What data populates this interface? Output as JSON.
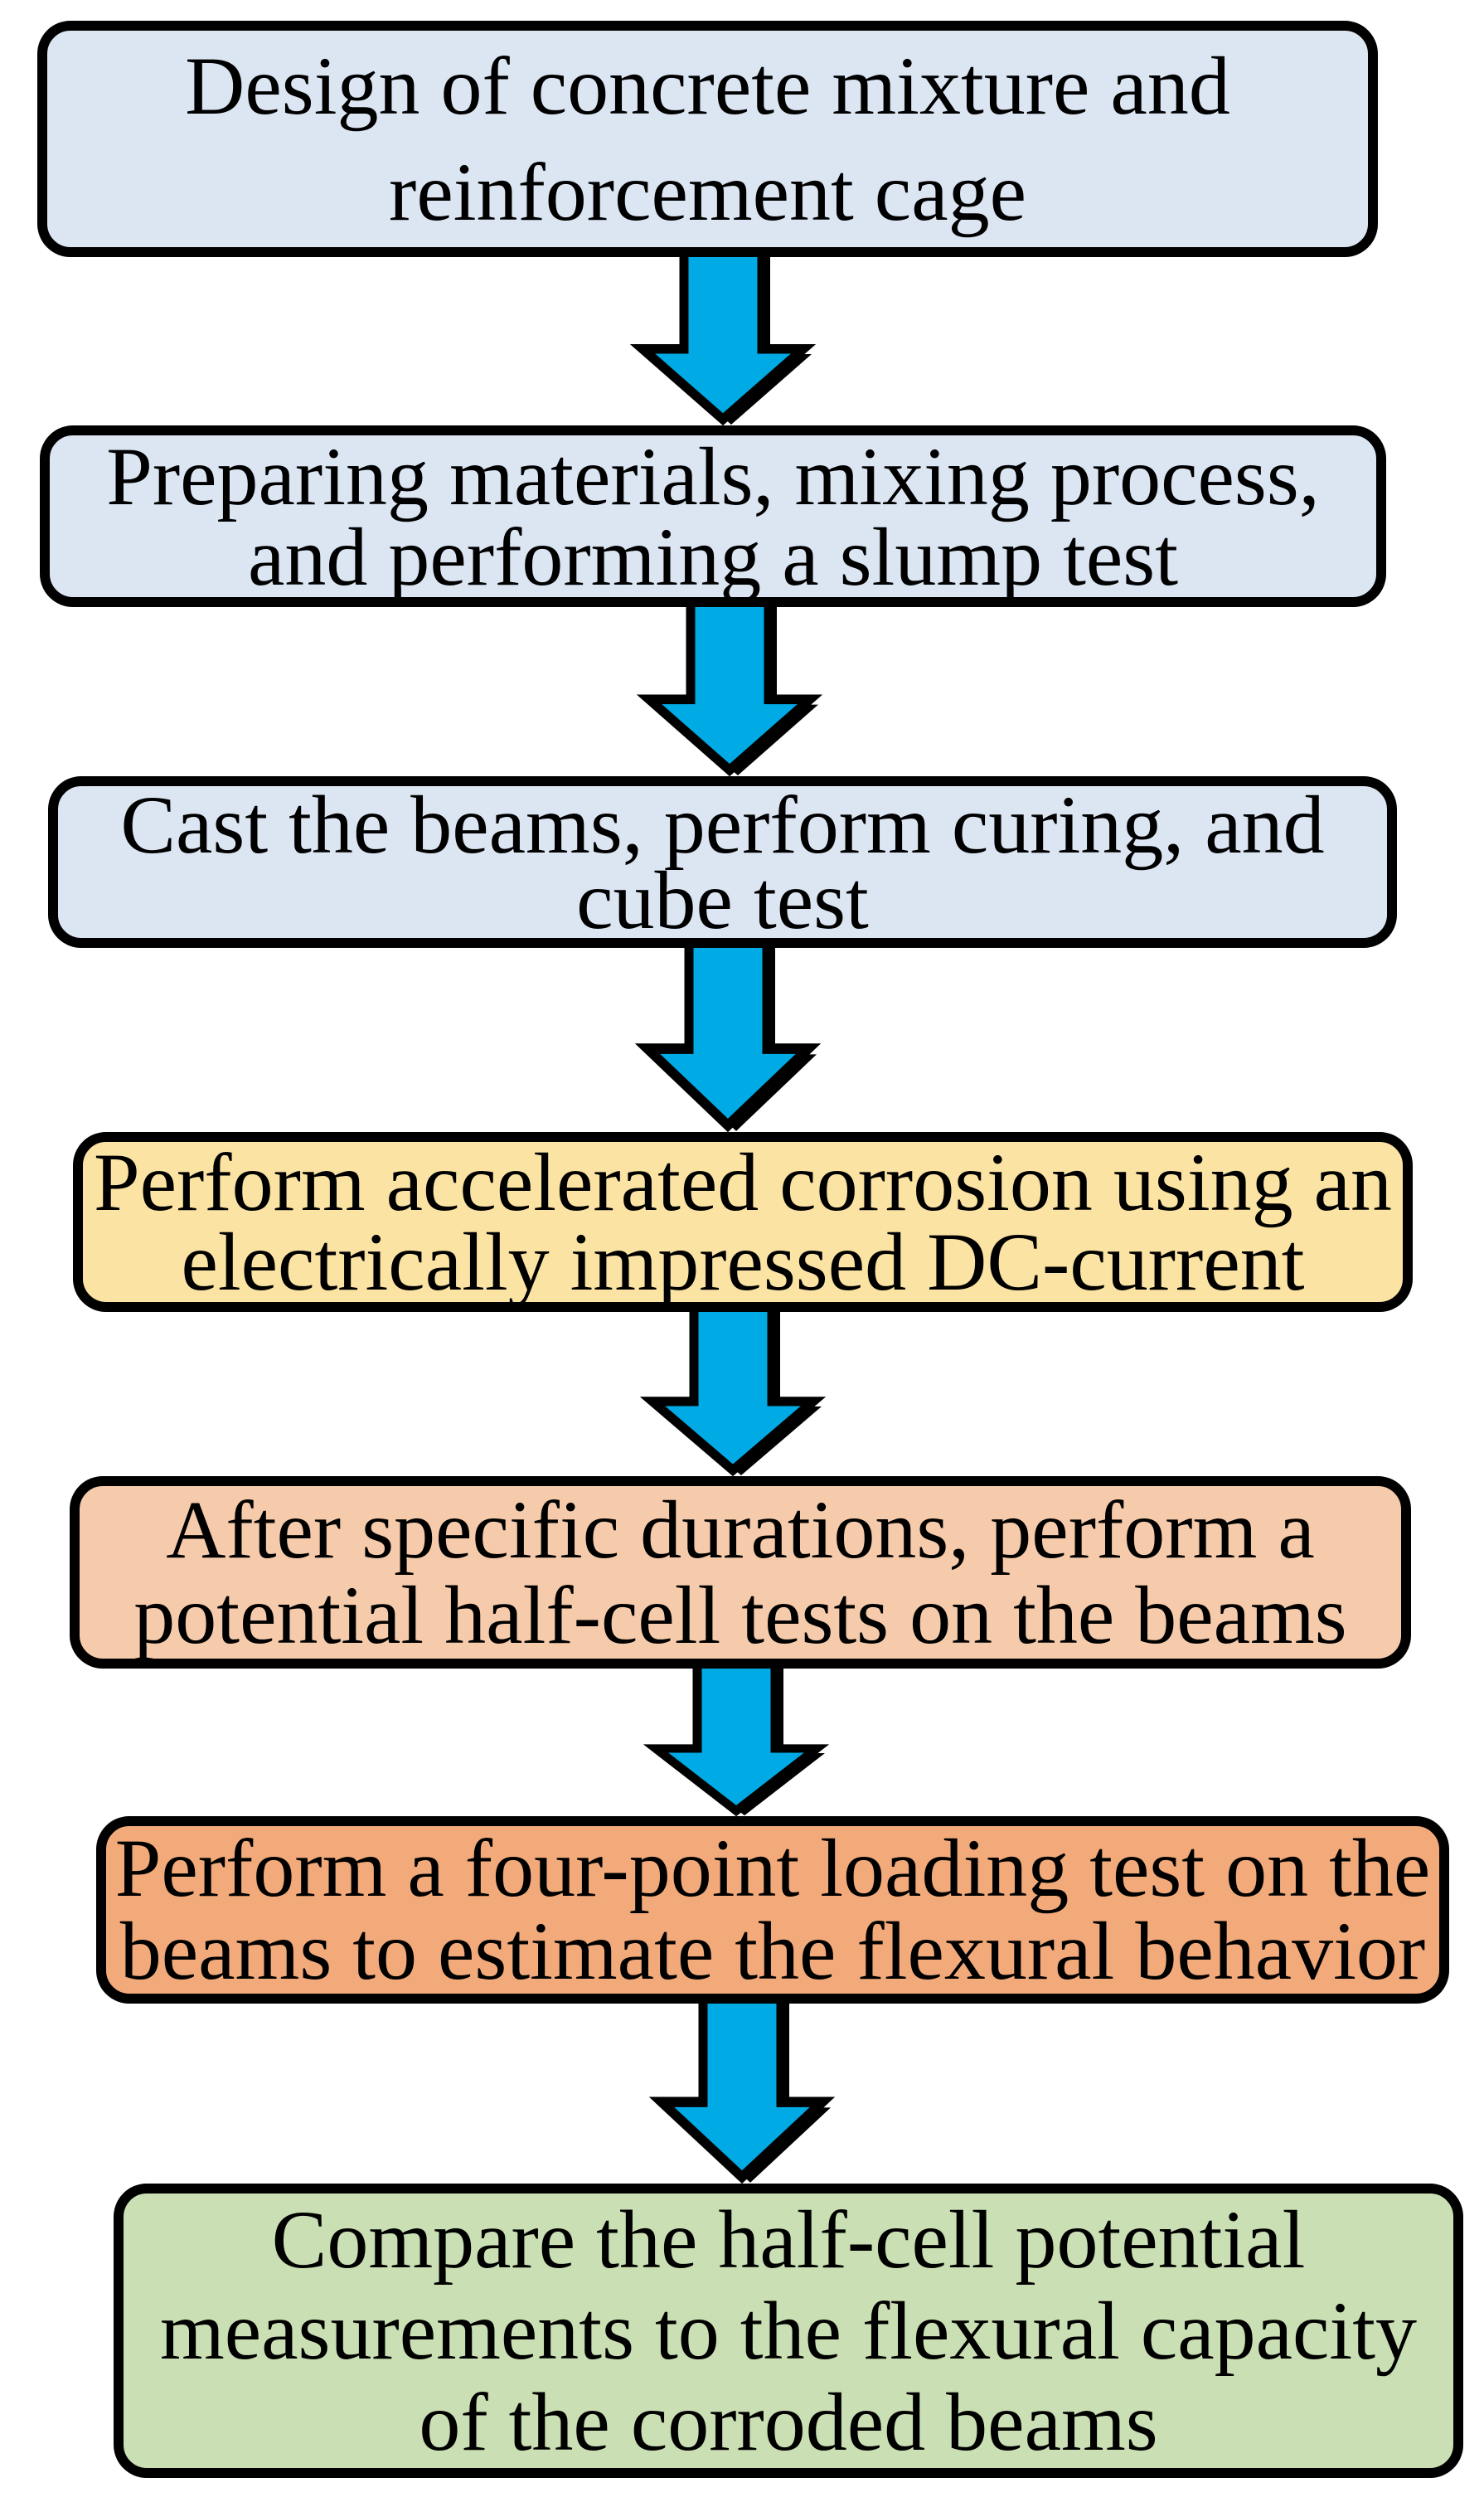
{
  "figure": {
    "type": "flowchart",
    "direction": "top-to-bottom",
    "background": "#ffffff",
    "text_color": "#000000",
    "border_color": "#000000",
    "steps": [
      {
        "order": 1,
        "fill": "#dce6f3",
        "label": "Design of concrete mixture and reinforcement cage",
        "lines": [
          "Design of concrete mixture and",
          "reinforcement cage"
        ]
      },
      {
        "order": 2,
        "fill": "#dce6f3",
        "label": "Preparing materials, mixing process, and performing a slump test",
        "lines": [
          "Preparing materials, mixing process,",
          "and performing a slump test"
        ]
      },
      {
        "order": 3,
        "fill": "#dce6f3",
        "label": "Cast the beams, perform curing, and cube test",
        "lines": [
          "Cast the beams, perform curing, and",
          "cube test"
        ]
      },
      {
        "order": 4,
        "fill": "#fbe3a3",
        "label": "Perform accelerated corrosion using an electrically impressed DC-current",
        "lines": [
          "Perform accelerated corrosion using an",
          "electrically impressed DC-current"
        ]
      },
      {
        "order": 5,
        "fill": "#f6cbab",
        "label": "After specific durations, perform a potential half-cell tests on the beams",
        "lines": [
          "After specific durations, perform a",
          "potential half-cell tests on the beams"
        ]
      },
      {
        "order": 6,
        "fill": "#f2aa7b",
        "label": "Perform a four-point loading test on the beams to estimate the flexural behavior",
        "lines": [
          "Perform a four-point loading test on the",
          "beams to estimate the flexural behavior"
        ]
      },
      {
        "order": 7,
        "fill": "#cadfb3",
        "label": "Compare the half-cell potential measurements to the flexural capacity of the corroded beams",
        "lines": [
          "Compare the half-cell potential",
          "measurements to the flexural capacity",
          "of the corroded beams"
        ]
      }
    ],
    "connectors": {
      "count": 6,
      "glyph": "down-arrow",
      "fill": "#00aae4",
      "outline": "#000000"
    }
  }
}
